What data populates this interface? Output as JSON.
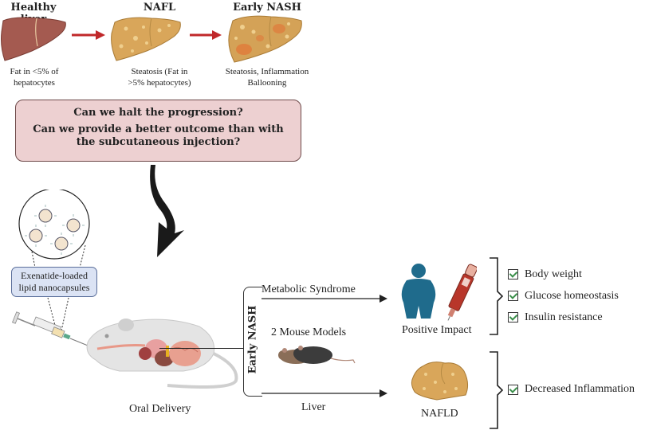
{
  "stages": [
    {
      "title": "Healthy liver",
      "caption_lines": [
        "Fat in <5% of",
        "hepatocytes"
      ]
    },
    {
      "title": "NAFL",
      "caption_lines": [
        "Steatosis (Fat in",
        ">5% hepatocytes)"
      ]
    },
    {
      "title": "Early NASH",
      "caption_lines": [
        "Steatosis, Inflammation",
        "Ballooning"
      ]
    }
  ],
  "questions": {
    "q1": "Can we halt the progression?",
    "q2_line1": "Can we provide a better outcome than with",
    "q2_line2": "the subcutaneous injection?"
  },
  "nanocapsules": {
    "line1": "Exenatide-loaded",
    "line2": "lipid nanocapsules"
  },
  "delivery": {
    "label": "Oral Delivery"
  },
  "model": {
    "bracket_label": "Early NASH",
    "mouse_label": "2 Mouse Models",
    "top_branch": "Metabolic Syndrome",
    "bottom_branch": "Liver"
  },
  "outcomes": {
    "positive_impact": {
      "label": "Positive Impact",
      "checks": [
        "Body weight",
        "Glucose homeostasis",
        "Insulin resistance"
      ]
    },
    "nafld": {
      "label": "NAFLD",
      "checks": [
        "Decreased Inflammation"
      ]
    }
  },
  "colors": {
    "healthy_liver": "#a45a50",
    "fatty_liver": "#d9a65a",
    "arrow_red": "#c0282a",
    "question_box_bg": "#edd0d1",
    "nano_box_bg": "#dbe3f4",
    "person_blue": "#1f6b8c",
    "check_green": "#3a8f4a"
  }
}
